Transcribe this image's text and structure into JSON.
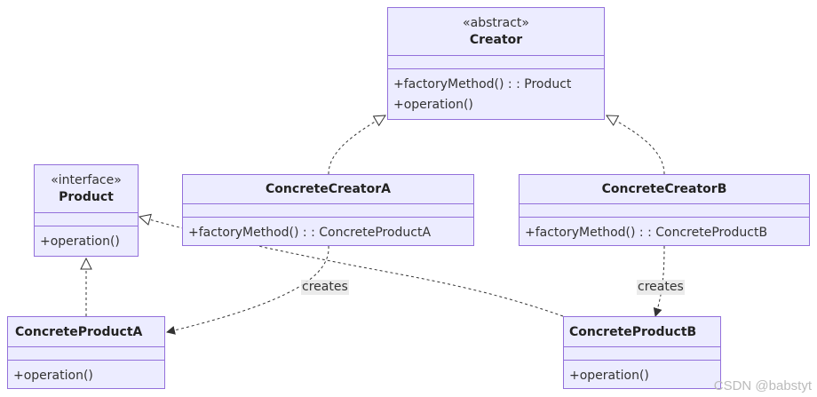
{
  "classes": {
    "creator": {
      "stereotype": "«abstract»",
      "name": "Creator",
      "methods": [
        "+factoryMethod() : : Product",
        "+operation()"
      ]
    },
    "product": {
      "stereotype": "«interface»",
      "name": "Product",
      "methods": [
        "+operation()"
      ]
    },
    "concrete_creator_a": {
      "name": "ConcreteCreatorA",
      "methods": [
        "+factoryMethod() : : ConcreteProductA"
      ]
    },
    "concrete_creator_b": {
      "name": "ConcreteCreatorB",
      "methods": [
        "+factoryMethod() : : ConcreteProductB"
      ]
    },
    "concrete_product_a": {
      "name": "ConcreteProductA",
      "methods": [
        "+operation()"
      ]
    },
    "concrete_product_b": {
      "name": "ConcreteProductB",
      "methods": [
        "+operation()"
      ]
    }
  },
  "relations": {
    "creates_a": "creates",
    "creates_b": "creates"
  },
  "watermark": "CSDN @babstyt",
  "colors": {
    "node_fill": "#ECECFF",
    "node_border": "#9370DB",
    "edge": "#333333",
    "label_bg": "#E8E8E8"
  }
}
